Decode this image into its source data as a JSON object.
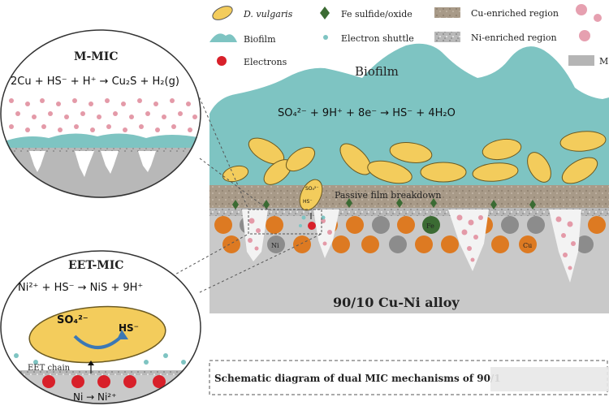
{
  "legend": {
    "d_vulgaris": "D. vulgaris",
    "biofilm": "Biofilm",
    "electrons": "Electrons",
    "fe_sulfide": "Fe sulfide/oxide",
    "electron_shuttle": "Electron shuttle",
    "cu_enriched": "Cu-enriched region",
    "ni_enriched": "Ni-enriched region",
    "cut_label": "M"
  },
  "main": {
    "biofilm_label": "Biofilm",
    "sulfate_equation": "SO₄²⁻ + 9H⁺ + 8e⁻ → HS⁻ + 4H₂O",
    "passive_film_label": "Passive film breakdown",
    "ni_label": "Ni",
    "cu_label": "Cu",
    "fe_label": "Fe",
    "alloy_label": "90/10 Cu-Ni alloy",
    "so4_small": "SO₄²⁻",
    "hs_small": "HS⁻"
  },
  "mmic": {
    "title": "M-MIC",
    "equation": "2Cu + HS⁻ + H⁺ → Cu₂S + H₂(g)"
  },
  "eetmic": {
    "title": "EET-MIC",
    "equation": "Ni²⁺ + HS⁻ → NiS + 9H⁺",
    "so4": "SO₄²⁻",
    "hs": "HS⁻",
    "eet_chain": "EET chain",
    "ni_reaction": "Ni → Ni²⁺"
  },
  "caption": "Schematic diagram of dual MIC mechanisms of 90/1",
  "colors": {
    "biofilm": "#7ec4c2",
    "bacteria": "#f3cc5c",
    "electron": "#d8202a",
    "cu_orange": "#dd7a22",
    "ni_gray": "#8c8c8c",
    "alloy": "#c9c9c9",
    "fe_green": "#3b6b33",
    "pink": "#e49aa8"
  }
}
